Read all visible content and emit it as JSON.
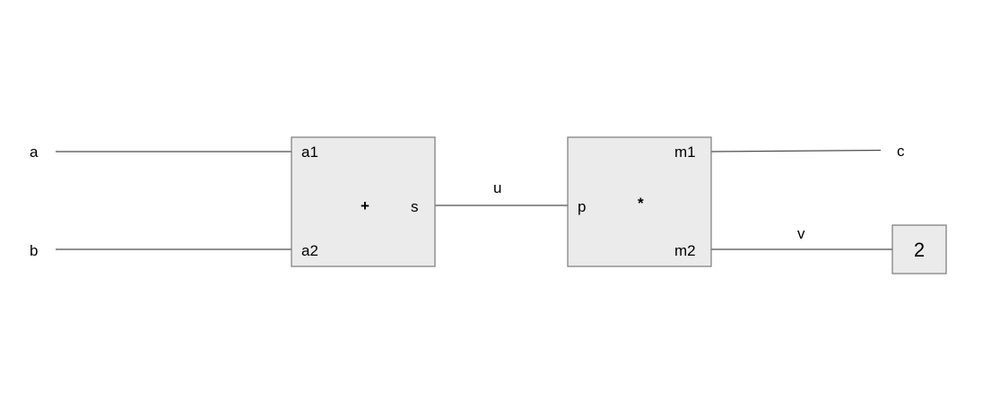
{
  "inputs": {
    "a": "a",
    "b": "b"
  },
  "output": {
    "c": "c"
  },
  "adder": {
    "operator": "+",
    "port_in_1": "a1",
    "port_in_2": "a2",
    "port_out": "s"
  },
  "multiplier": {
    "operator": "*",
    "port_in": "p",
    "port_out_1": "m1",
    "port_out_2": "m2"
  },
  "wires": {
    "u": "u",
    "v": "v"
  },
  "constant": {
    "value": "2"
  },
  "colors": {
    "box_fill": "#ebebeb",
    "box_stroke": "#7a7a7a",
    "wire": "#4d4d4d"
  }
}
